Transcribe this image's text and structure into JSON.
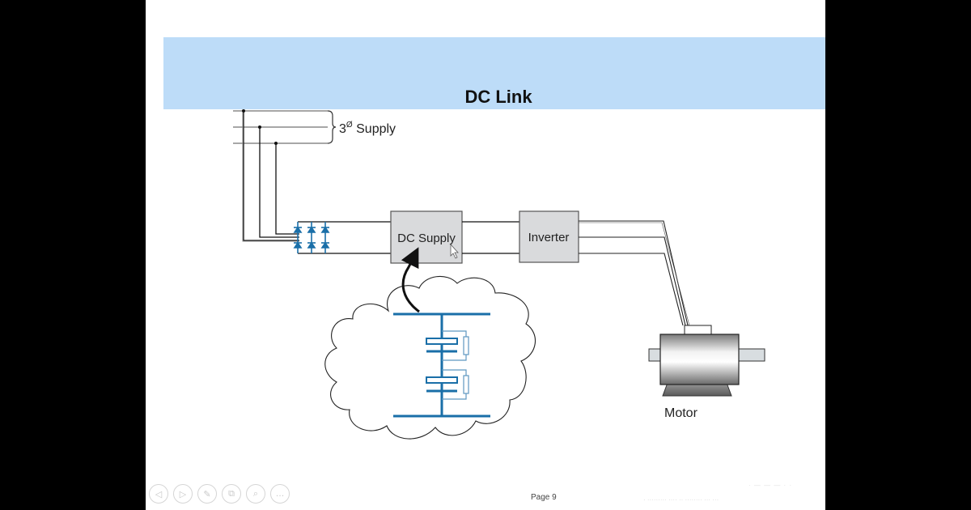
{
  "slide": {
    "title": "DC Link",
    "page_label": "Page 9",
    "footer_faint_top": "· — — — · ·",
    "footer_faint_bottom": "· ········· ···· ·· ········ ··· ···"
  },
  "diagram": {
    "supply_label_main": "3",
    "supply_label_sup": "Ø",
    "supply_label_rest": " Supply",
    "dc_supply_label": "DC Supply",
    "inverter_label": "Inverter",
    "motor_label": "Motor",
    "colors": {
      "box_fill": "#d9dadc",
      "component_blue": "#1a6fa8",
      "wire_gray": "#8a8a8a",
      "wire_black": "#111111"
    }
  },
  "nav": {
    "buttons": [
      {
        "name": "previous-slide-button",
        "glyph": "◁"
      },
      {
        "name": "next-slide-button",
        "glyph": "▷"
      },
      {
        "name": "pen-tool-button",
        "glyph": "✎"
      },
      {
        "name": "slide-sorter-button",
        "glyph": "⧉"
      },
      {
        "name": "zoom-button",
        "glyph": "⌕"
      },
      {
        "name": "more-options-button",
        "glyph": "…"
      }
    ]
  }
}
